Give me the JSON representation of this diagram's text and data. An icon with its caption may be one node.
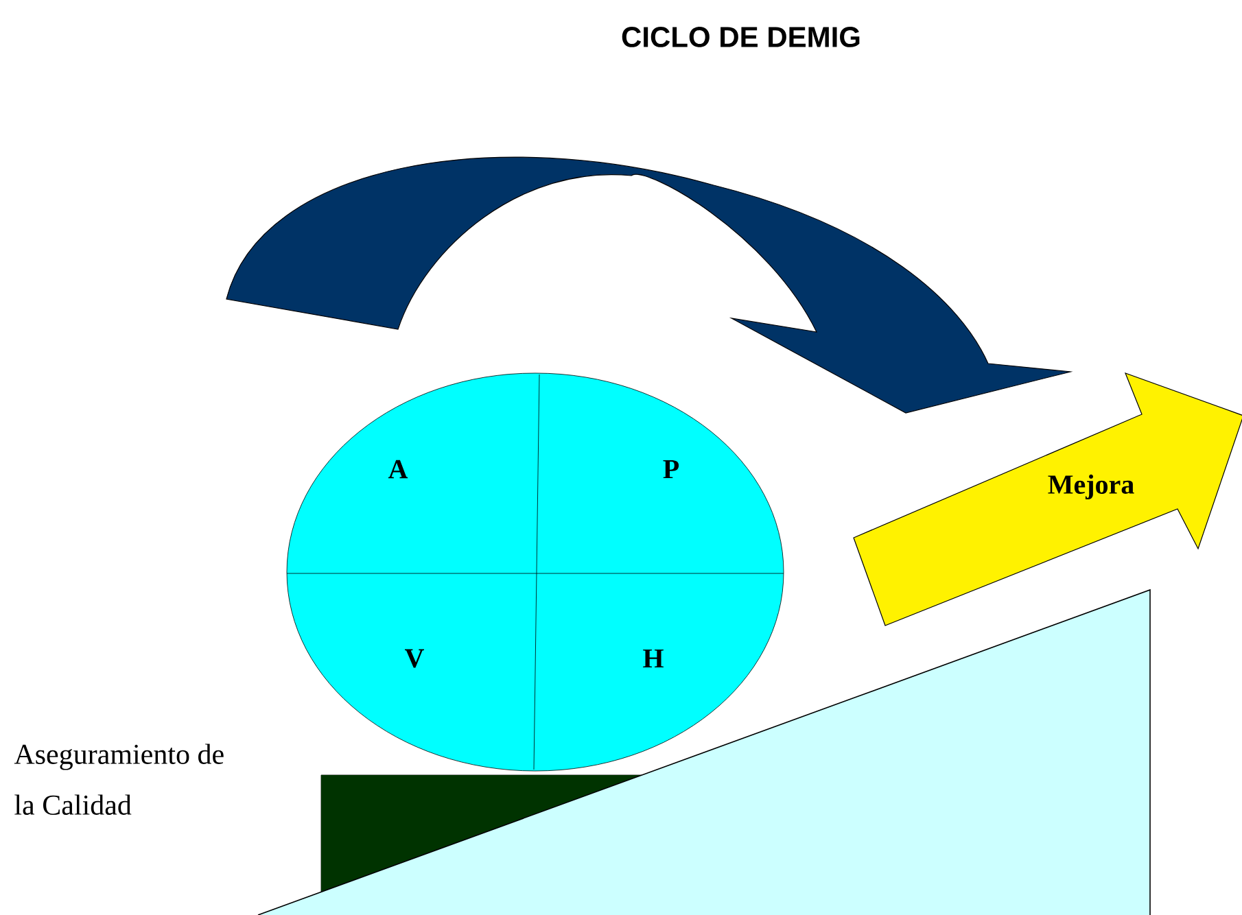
{
  "diagram": {
    "title": "CICLO DE DEMIG",
    "nodes": [
      {
        "text": [
          "A",
          "P",
          "V",
          "H"
        ]
      },
      {
        "text": [
          "Mejora"
        ]
      }
    ],
    "labels": [
      "Aseguramiento de la Calidad"
    ]
  }
}
